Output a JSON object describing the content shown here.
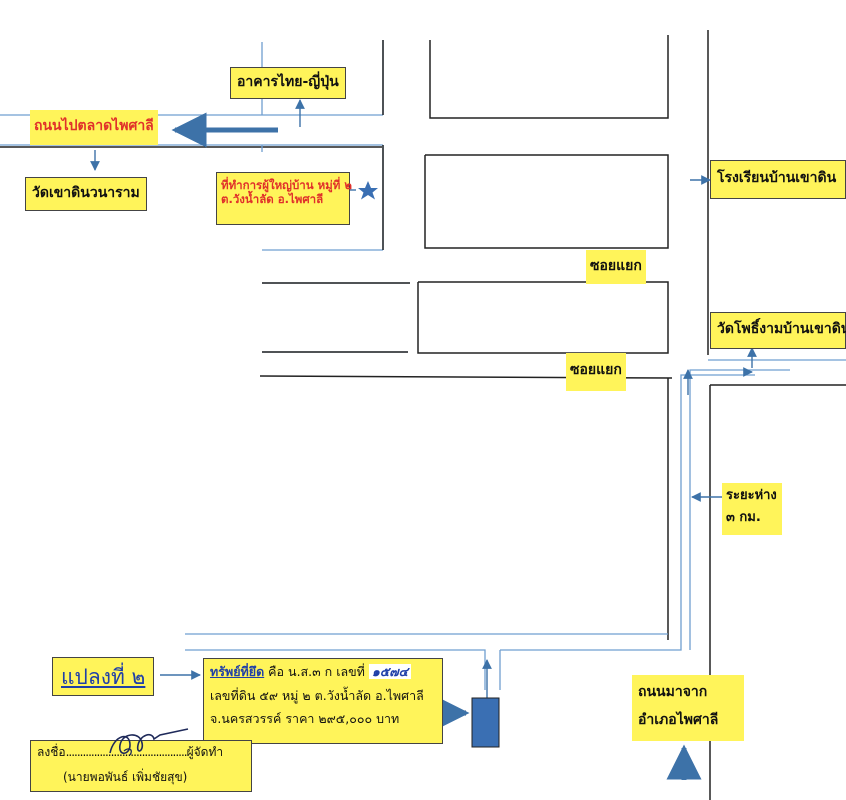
{
  "colors": {
    "highlight": "#fff45a",
    "road_line": "#6f9fd0",
    "dark_line": "#222222",
    "arrow": "#3d72a8",
    "title_text": "#e0302a",
    "parcel": "#3a6fb3"
  },
  "labels": {
    "thai_japanese": "อาคารไทย-ญี่ปุ่น",
    "market_road": "ถนนไปตลาดไพศาลี",
    "temple_khao_din": "วัดเขาดินวนาราม",
    "office_line1": "ที่ทำการผู้ใหญ่บ้าน หมู่ที่ ๒",
    "office_line2": "ต.วังน้ำลัด อ.ไพศาลี",
    "school": "โรงเรียนบ้านเขาดิน",
    "soi_upper": "ซอยแยก",
    "soi_lower": "ซอยแยก",
    "temple_pho": "วัดโพธิ์งามบ้านเขาดิน",
    "distance_line1": "ระยะห่าง",
    "distance_line2": "๓ กม.",
    "road_from_line1": "ถนนมาจาก",
    "road_from_line2": "อำเภอไพศาลี",
    "plot_title": "แปลงที่ ๒",
    "asset_title": "ทรัพย์ที่ยึด",
    "asset_line1_text": " คือ น.ส.๓ ก เลขที่ ",
    "asset_handwritten_no": "๑๕๗๔",
    "asset_line2": "เลขที่ดิน ๕๙ หมู่ ๒ ต.วังน้ำลัด อ.ไพศาลี",
    "asset_line3": "จ.นครสวรรค์ ราคา  ๒๙๕,๐๐๐ บาท",
    "sign_prefix": "ลงชื่อ",
    "sign_dots": "...........................................",
    "sign_role": "ผู้จัดทำ",
    "sign_name": "(นายพอพันธ์ เพิ่มชัยสุข)"
  }
}
